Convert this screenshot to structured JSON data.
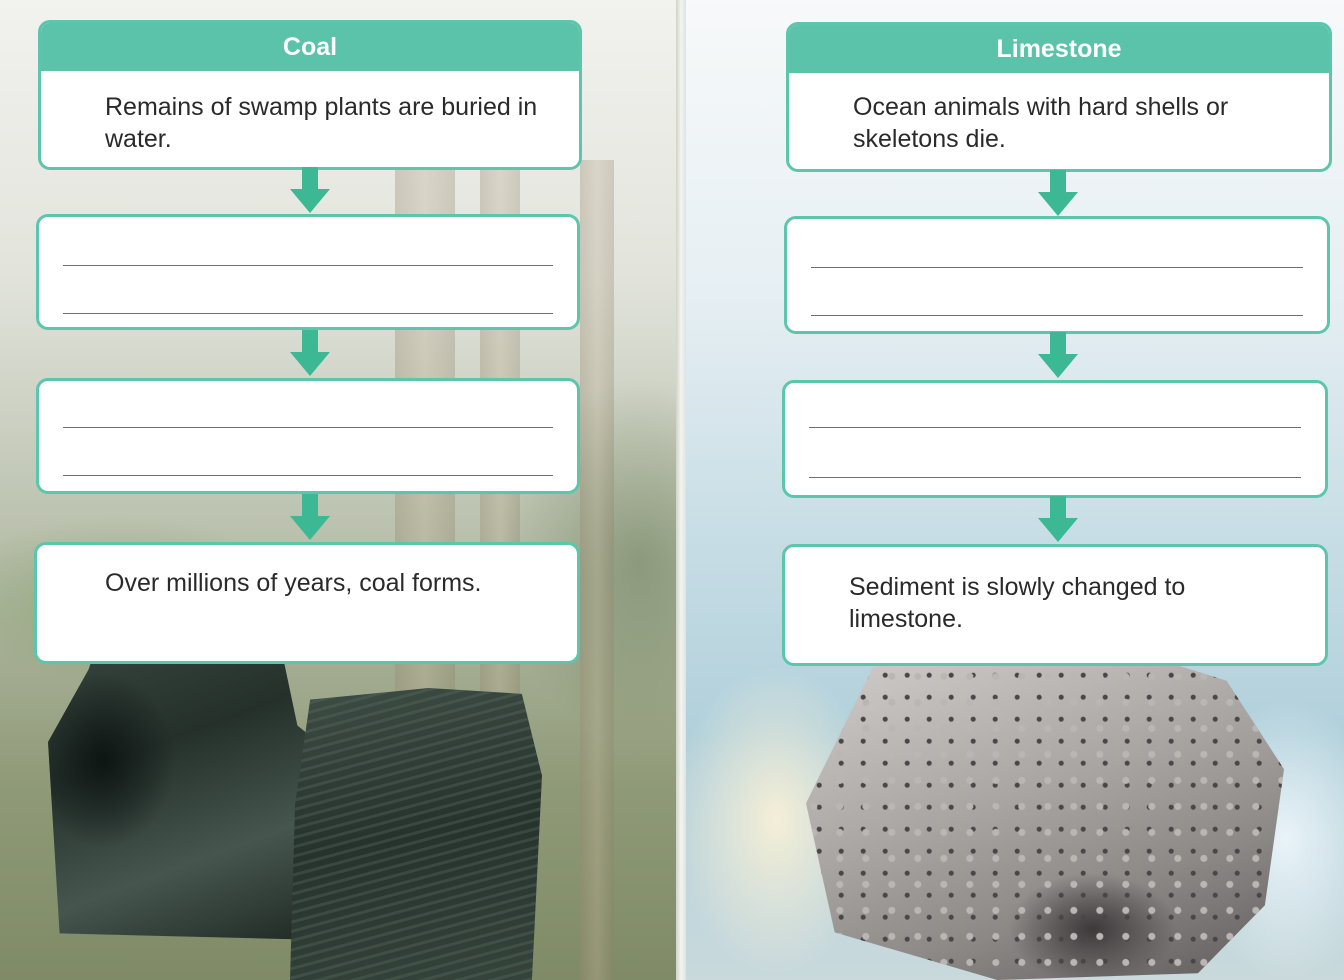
{
  "colors": {
    "box_border": "#5cc6ac",
    "header_fill": "#5bc3a9",
    "arrow_fill": "#3cb894"
  },
  "coal": {
    "title": "Coal",
    "step1": "Remains of swamp plants are buried in water.",
    "step4": "Over millions of years, coal forms."
  },
  "limestone": {
    "title": "Limestone",
    "step1": "Ocean animals with hard shells or skeletons die.",
    "step4": "Sediment is slowly changed to limestone."
  }
}
